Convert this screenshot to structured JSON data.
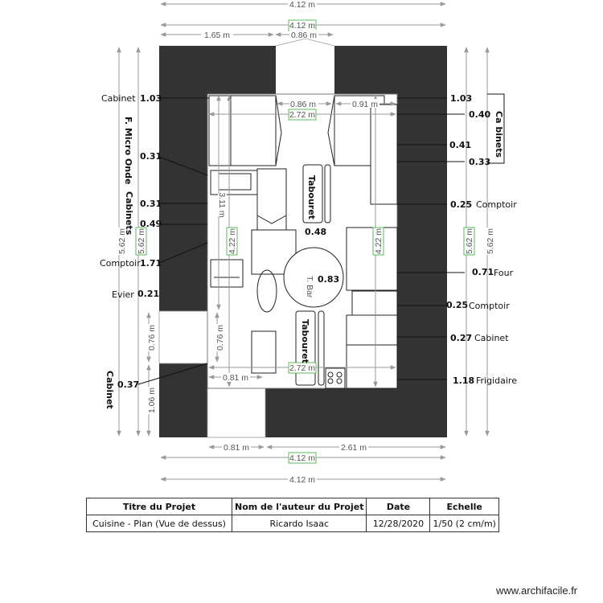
{
  "plan": {
    "title": "Cuisine - Plan (Vue de dessus)",
    "colors": {
      "wall": "#333333",
      "dimension": "#999999",
      "green_box": "#5cb85c",
      "floor": "#ffffff"
    },
    "top_dimensions": {
      "outer": "4.12 m",
      "inner": "4.12 m",
      "left_segment": "1.65 m",
      "door_segment": "0.86 m"
    },
    "bottom_dimensions": {
      "left_segment": "0.81 m",
      "right_segment": "2.61 m",
      "inner": "4.12 m",
      "outer": "4.12 m"
    },
    "left_dimensions": {
      "outer": "5.62 m",
      "inner": "5.62 m",
      "window": "0.76 m",
      "lower": "1.06 m"
    },
    "right_dimensions": {
      "inner": "5.62 m",
      "outer": "5.62 m"
    },
    "interior_dimensions": {
      "door_top": "0.86 m",
      "right_top": "0.91 m",
      "width_top": "2.72 m",
      "left_height": "3.11 m",
      "left_inner_height": "4.22 m",
      "right_inner_height": "4.22 m",
      "window_inner": "0.76 m",
      "bottom_left": "0.81 m",
      "width_bottom": "2.72 m"
    },
    "left_labels": [
      {
        "name": "Cabinet",
        "value": "1.03"
      },
      {
        "name": "",
        "value": "0.31"
      },
      {
        "name": "",
        "value": "0.31"
      },
      {
        "name": "",
        "value": "0.49"
      },
      {
        "name": "Comptoir",
        "value": "1.71"
      },
      {
        "name": "Evier",
        "value": "0.21"
      },
      {
        "name": "",
        "value": "0.37"
      }
    ],
    "left_vertical_labels": {
      "micro": "F. Micro Onde",
      "cabinets": "Cabinets",
      "cabinet_bottom": "Cabinet"
    },
    "right_labels": [
      {
        "name": "",
        "value": "1.03"
      },
      {
        "name": "",
        "value": "0.40"
      },
      {
        "name": "",
        "value": "0.41"
      },
      {
        "name": "",
        "value": "0.33"
      },
      {
        "name": "Comptoir",
        "value": "0.25"
      },
      {
        "name": "Four",
        "value": "0.71"
      },
      {
        "name": "Comptoir",
        "value": "0.25"
      },
      {
        "name": "Cabinet",
        "value": "0.27"
      },
      {
        "name": "Frigidaire",
        "value": "1.18"
      }
    ],
    "right_vertical_label": "Ca binets",
    "furniture": {
      "stool_top": "Tabouret",
      "stool_top_value": "0.48",
      "stool_bottom": "Tabouret",
      "bar_label": "T. Bar",
      "bar_value": "0.83"
    }
  },
  "title_block": {
    "headers": [
      "Titre du Projet",
      "Nom de l'auteur du Projet",
      "Date",
      "Echelle"
    ],
    "values": [
      "Cuisine - Plan (Vue de dessus)",
      "Ricardo Isaac",
      "12/28/2020",
      "1/50 (2 cm/m)"
    ]
  },
  "watermark": "www.archifacile.fr"
}
